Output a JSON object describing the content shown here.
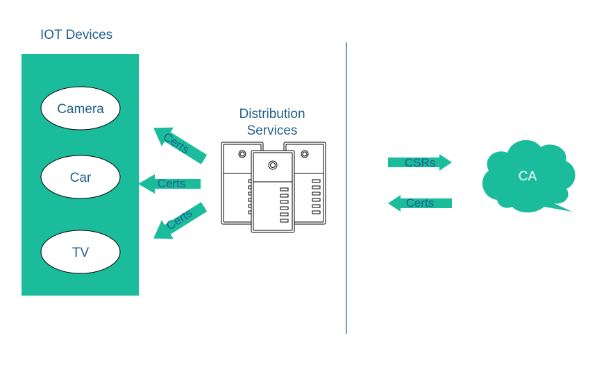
{
  "iot": {
    "title": "IOT Devices",
    "devices": [
      "Camera",
      "Car",
      "TV"
    ]
  },
  "distribution": {
    "title_line1": "Distribution",
    "title_line2": "Services"
  },
  "arrows": {
    "certs_up": "Certs",
    "certs_mid": "Certs",
    "certs_down": "Certs",
    "csrs": "CSRs",
    "certs_from_ca": "Certs"
  },
  "ca": {
    "label": "CA"
  },
  "colors": {
    "teal": "#1ABC9C",
    "text_blue": "#1F5F8B",
    "divider": "#1F5F8B",
    "server_stroke": "#000000"
  }
}
